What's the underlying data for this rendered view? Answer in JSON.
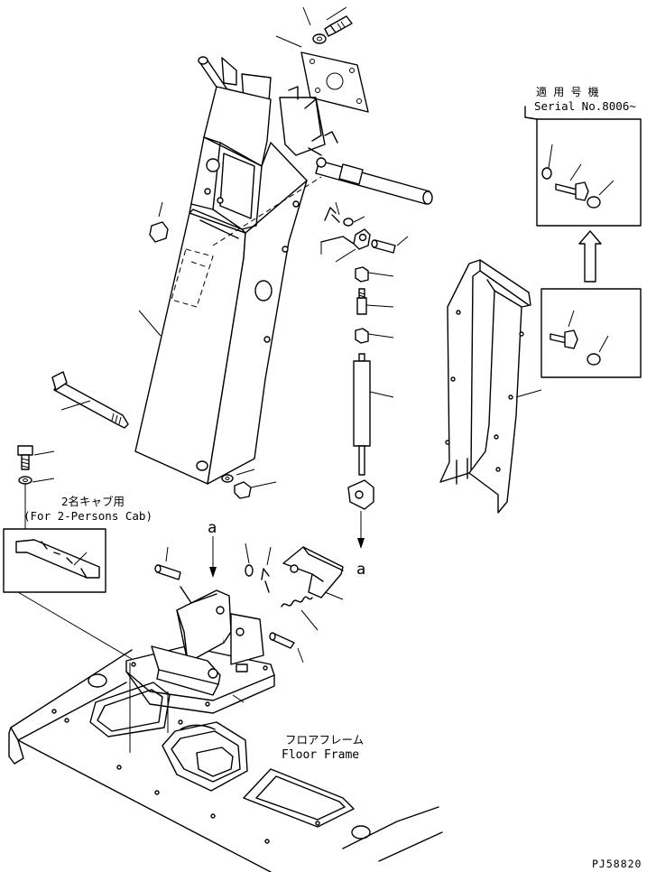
{
  "serial_box": {
    "line1": "適 用 号 機",
    "line2": "Serial No.8006~"
  },
  "two_person_box": {
    "line1": "2名キャブ用",
    "line2": "(For 2-Persons Cab)"
  },
  "callout_a": "a",
  "floor_frame": {
    "line1": "フロアフレーム",
    "line2": "Floor Frame"
  },
  "drawing_code": "PJ58820"
}
